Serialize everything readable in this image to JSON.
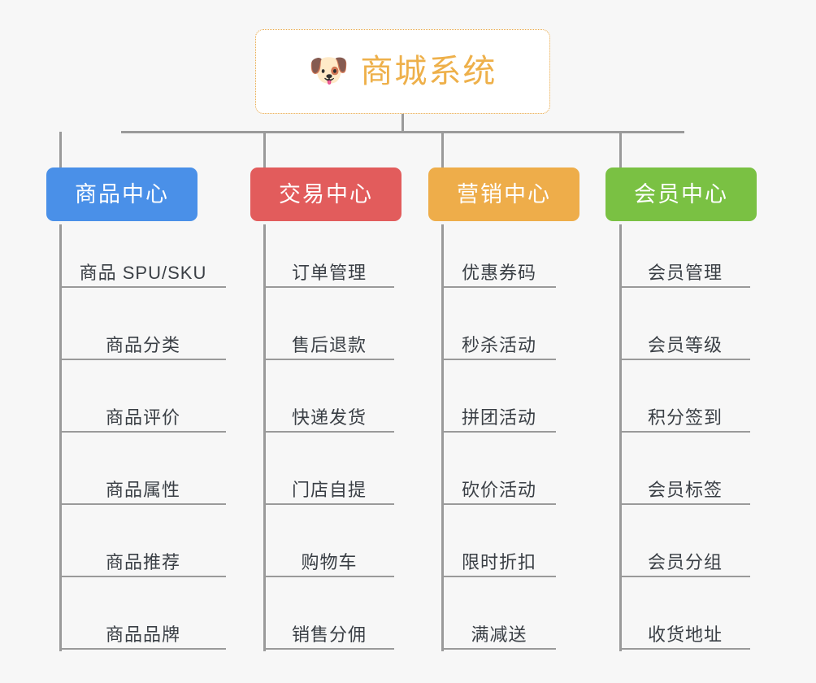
{
  "canvas": {
    "background": "#f7f7f7",
    "line_color": "#9a9a9a",
    "leaf_text_color": "#3a3f45"
  },
  "root": {
    "icon": "shiba-dog-face-emoji",
    "emoji": "🐶",
    "title": "商城系统",
    "title_color": "#eeb04a",
    "border_color": "#e8a33d",
    "background": "#ffffff"
  },
  "categories": [
    {
      "label": "商品中心",
      "color": "#4a90e8",
      "items": [
        "商品 SPU/SKU",
        "商品分类",
        "商品评价",
        "商品属性",
        "商品推荐",
        "商品品牌"
      ]
    },
    {
      "label": "交易中心",
      "color": "#e25c5c",
      "items": [
        "订单管理",
        "售后退款",
        "快递发货",
        "门店自提",
        "购物车",
        "销售分佣"
      ]
    },
    {
      "label": "营销中心",
      "color": "#eead4a",
      "items": [
        "优惠券码",
        "秒杀活动",
        "拼团活动",
        "砍价活动",
        "限时折扣",
        "满减送"
      ]
    },
    {
      "label": "会员中心",
      "color": "#7ac143",
      "items": [
        "会员管理",
        "会员等级",
        "积分签到",
        "会员标签",
        "会员分组",
        "收货地址"
      ]
    }
  ]
}
